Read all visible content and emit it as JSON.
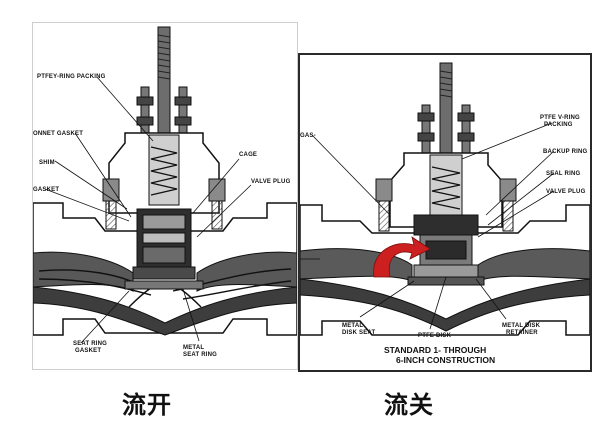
{
  "left_panel": {
    "labels": {
      "ptfe_packing": "PTFEY-RING PACKING",
      "bonnet_gasket": "ONNET GASKET",
      "shim": "SHIM",
      "cage_gasket": "GASKET",
      "cage": "CAGE",
      "valve_plug": "VALVE PLUG",
      "seat_ring_gasket_1": "SEAT RING",
      "seat_ring_gasket_2": "GASKET",
      "metal_seat_ring_1": "METAL",
      "metal_seat_ring_2": "SEAT RING"
    },
    "caption": "流开"
  },
  "right_panel": {
    "labels": {
      "gas": "GAS-",
      "ptfe_packing_1": "PTFE V-RING",
      "ptfe_packing_2": "PACKING",
      "backup_ring": "BACKUP RING",
      "seal_ring": "SEAL RING",
      "valve_plug": "VALVE PLUG",
      "metal_disk_seat_1": "METAL",
      "metal_disk_seat_2": "DISK SEAT",
      "ptfe_disk": "PTFE DISK",
      "metal_disk_retainer_1": "METAL DISK",
      "metal_disk_retainer_2": "RETAINER",
      "standard_1": "STANDARD 1- THROUGH",
      "standard_2": "6-INCH CONSTRUCTION"
    },
    "caption": "流关"
  },
  "colors": {
    "ink": "#111111",
    "body_gray": "#8c8c8c",
    "dark": "#2b2b2b",
    "flow_arrow": "#cc1f1f"
  }
}
